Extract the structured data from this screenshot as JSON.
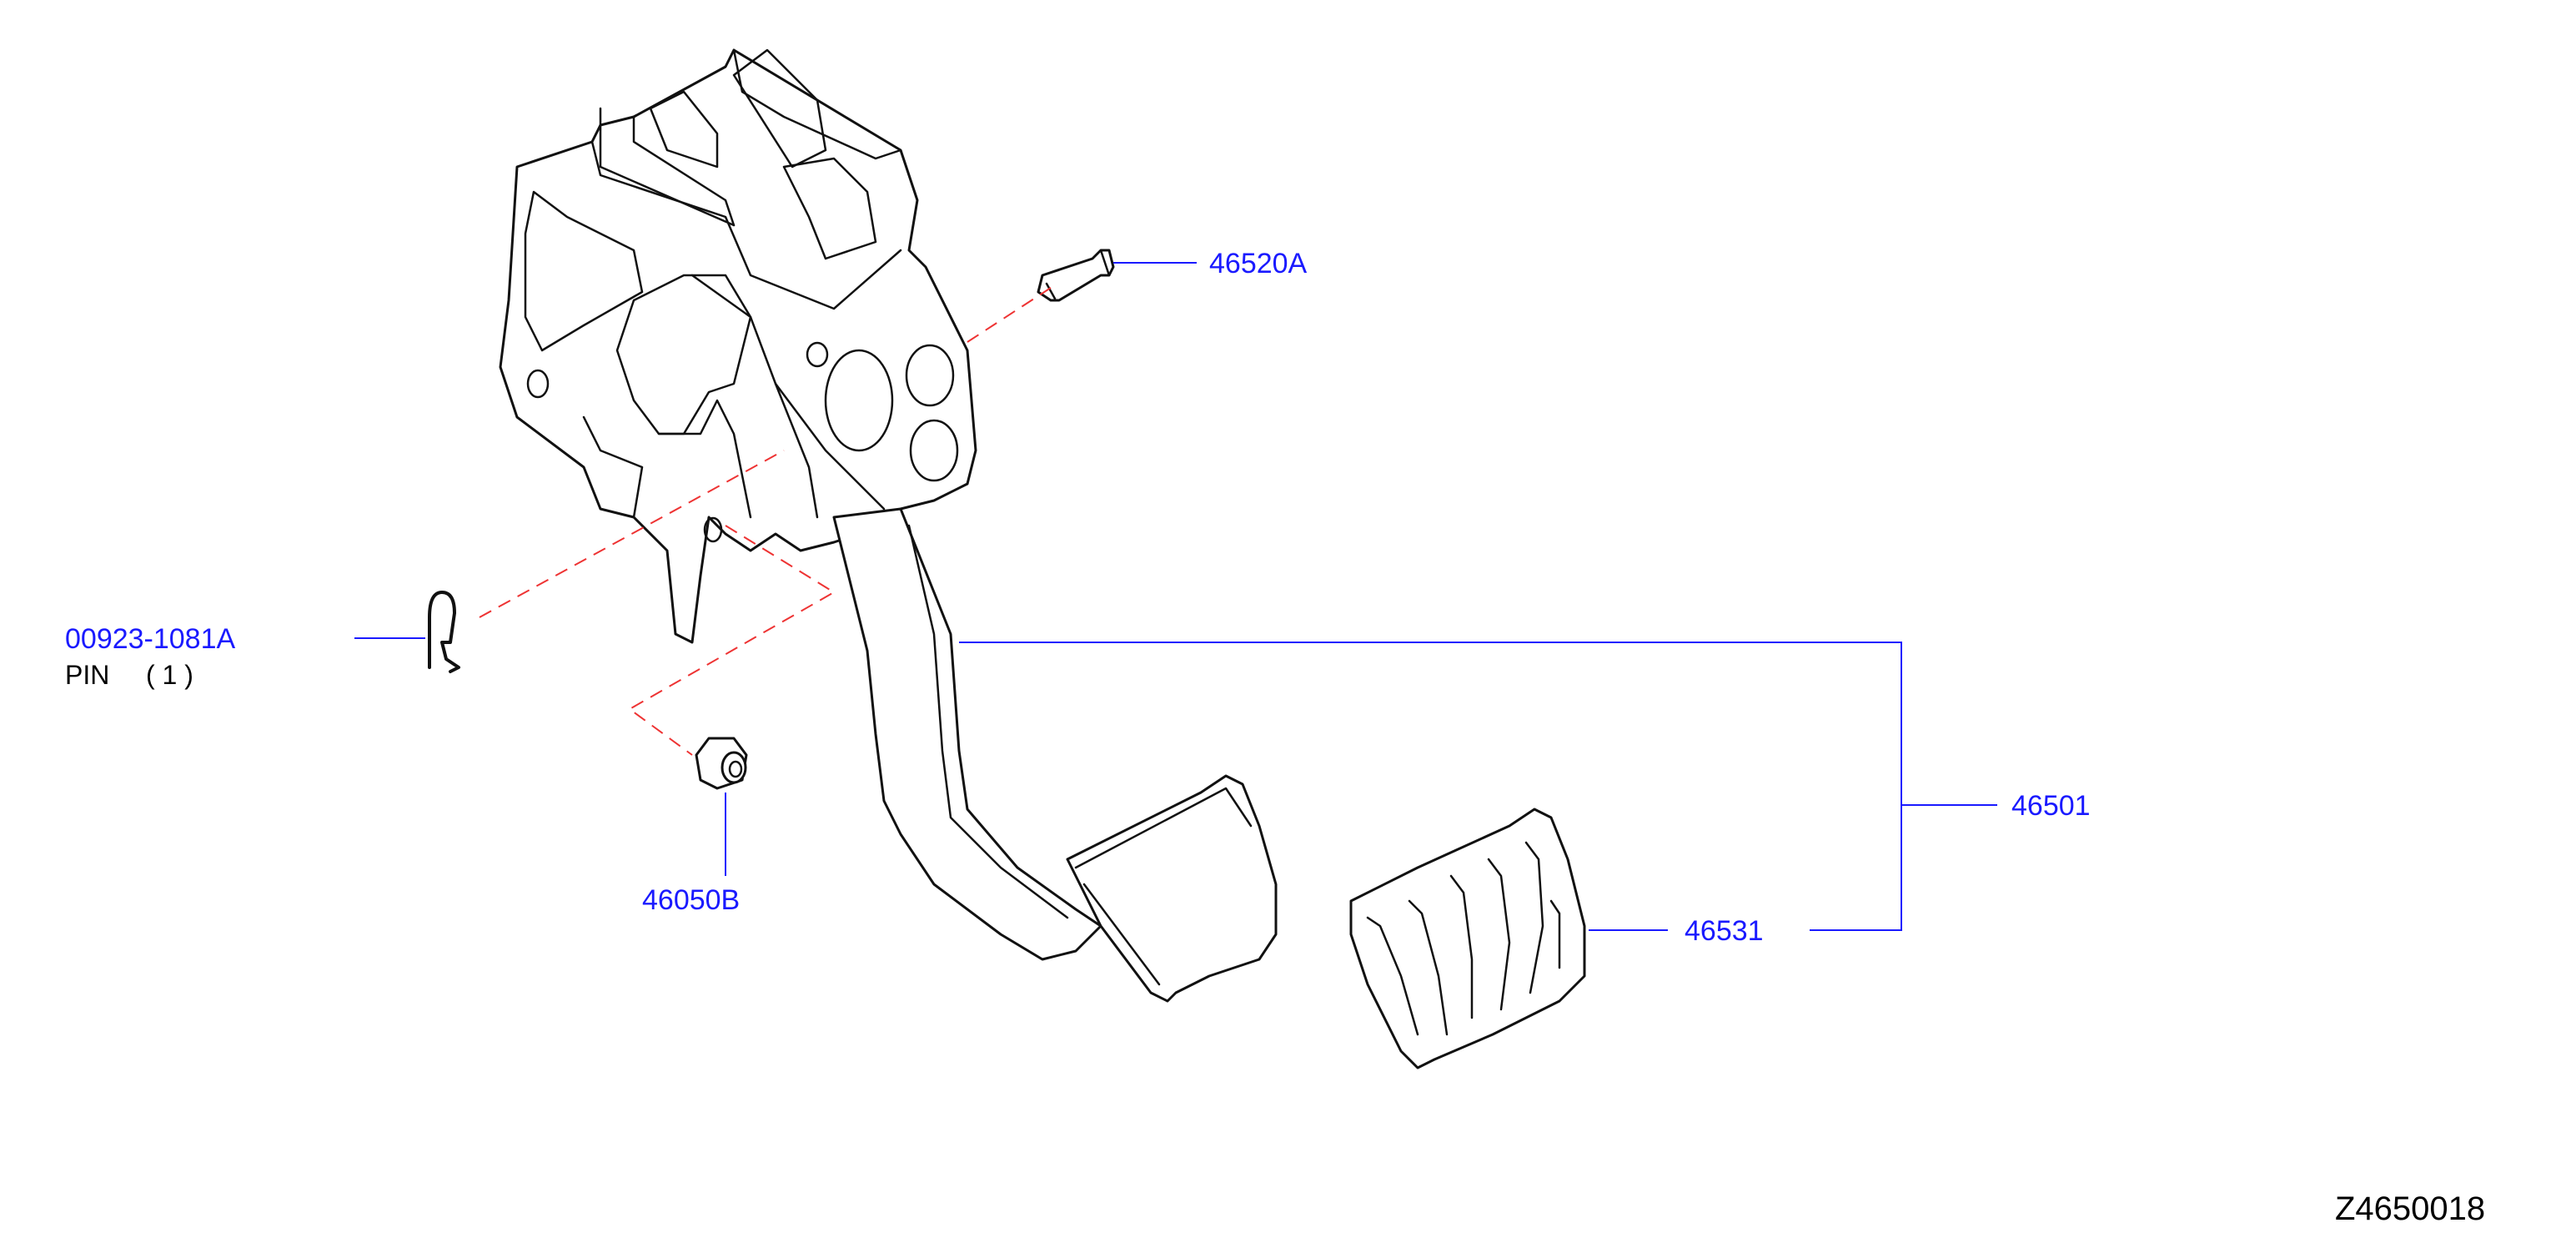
{
  "diagram": {
    "drawing_code": "Z4650018",
    "callouts": [
      {
        "id": "46520A",
        "part_no": "46520A"
      },
      {
        "id": "00923-1081A",
        "part_no": "00923-1081A",
        "name": "PIN",
        "qty": "( 1 )"
      },
      {
        "id": "46050B",
        "part_no": "46050B"
      },
      {
        "id": "46501",
        "part_no": "46501"
      },
      {
        "id": "46531",
        "part_no": "46531"
      }
    ],
    "colors": {
      "label": "#1a1aff",
      "leader_line": "#1a1aff",
      "dashed_guide": "#ee3333",
      "linework": "#111111"
    }
  }
}
